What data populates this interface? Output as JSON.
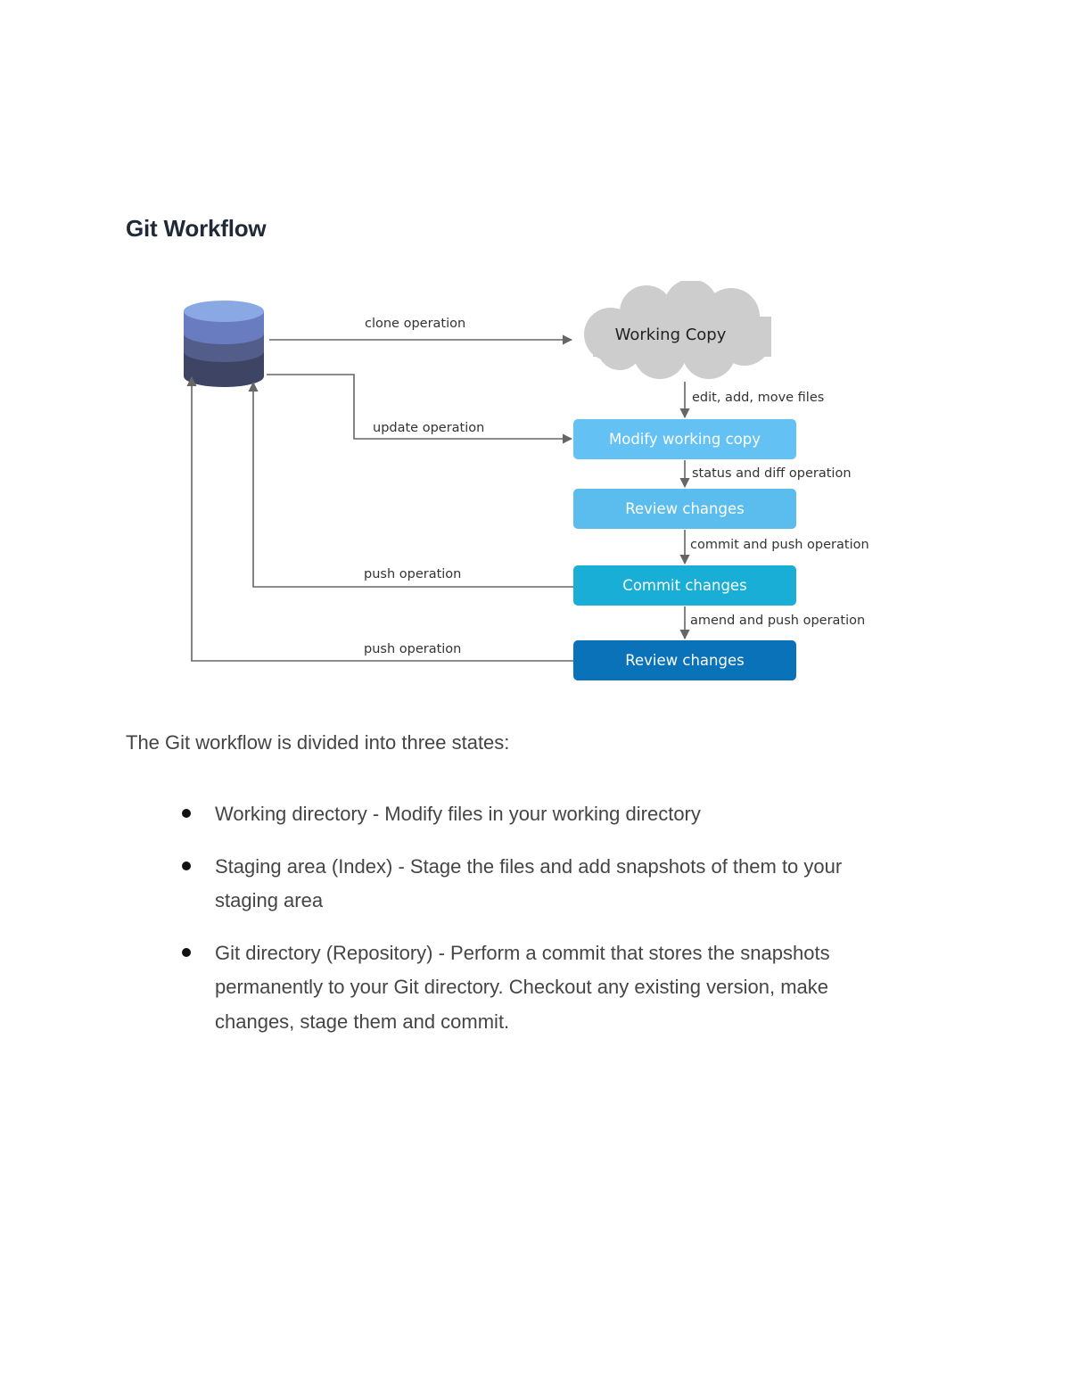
{
  "title": "Git Workflow",
  "diagram": {
    "repository_icon": "database-icon",
    "cloud": {
      "icon": "cloud-icon",
      "label": "Working Copy"
    },
    "edges": {
      "clone": "clone operation",
      "update": "update operation",
      "push_commit": "push operation",
      "push_review": "push operation",
      "edit": "edit, add, move files",
      "status": "status and diff operation",
      "commit_push": "commit and push operation",
      "amend_push": "amend and push operation"
    },
    "boxes": [
      {
        "label": "Modify working copy",
        "color": "#63c1f3"
      },
      {
        "label": "Review changes",
        "color": "#5bbdee"
      },
      {
        "label": "Commit changes",
        "color": "#19aed6"
      },
      {
        "label": "Review changes",
        "color": "#0a72b8"
      }
    ],
    "colors": {
      "db_top": "#8aa8e3",
      "db_band1": "#6a7cc0",
      "db_band2": "#525d8a",
      "db_band3": "#3e4463",
      "cloud_fill": "#cdcdcd",
      "arrow": "#666666"
    }
  },
  "intro": "The Git workflow is divided into three states:",
  "states": [
    {
      "text": "Working directory - Modify files in your working directory"
    },
    {
      "text": "Staging area (Index) - Stage the files and add snapshots of them to your staging area"
    },
    {
      "text": "Git directory (Repository) - Perform a commit that stores the snapshots permanently to your Git directory. Checkout any existing version, make changes, stage them and commit."
    }
  ]
}
